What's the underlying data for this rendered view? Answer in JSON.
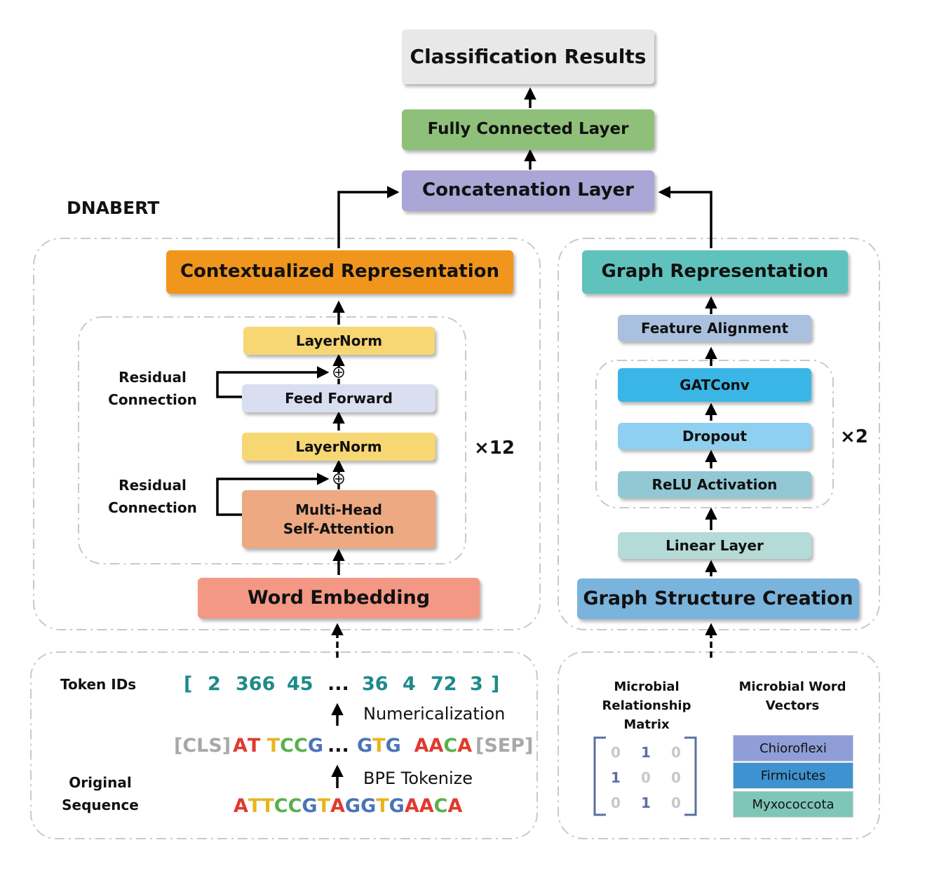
{
  "top": {
    "classification": "Classification Results",
    "fully_connected": "Fully Connected Layer",
    "concatenation": "Concatenation Layer"
  },
  "dnabert": {
    "title": "DNABERT",
    "contextualized": "Contextualized Representation",
    "layernorm_top": "LayerNorm",
    "feed_forward": "Feed Forward",
    "layernorm_mid": "LayerNorm",
    "mhsa_line1": "Multi-Head",
    "mhsa_line2": "Self-Attention",
    "residual_top_line1": "Residual",
    "residual_top_line2": "Connection",
    "residual_bot_line1": "Residual",
    "residual_bot_line2": "Connection",
    "repeat": "×12",
    "word_embedding": "Word Embedding",
    "plus_symbol": "⊕"
  },
  "graph": {
    "graph_representation": "Graph Representation",
    "feature_alignment": "Feature Alignment",
    "gatconv": "GATConv",
    "dropout": "Dropout",
    "relu": "ReLU Activation",
    "repeat": "×2",
    "linear": "Linear Layer",
    "structure": "Graph Structure Creation"
  },
  "tokens": {
    "token_ids_label": "Token IDs",
    "ids": [
      "[",
      "2",
      "366",
      "45",
      "...",
      "36",
      "4",
      "72",
      "3",
      "]"
    ],
    "numericalization": "Numericalization",
    "cls": "[CLS]",
    "sep": "[SEP]",
    "ellipsis": "...",
    "bpe": "BPE Tokenize",
    "original_line1": "Original",
    "original_line2": "Sequence",
    "token_groups": [
      [
        {
          "t": "A",
          "c": "#e03a2e"
        },
        {
          "t": "T",
          "c": "#e03a2e"
        },
        {
          "t": " ",
          "c": "#111"
        },
        {
          "t": "T",
          "c": "#e8b41f"
        },
        {
          "t": "C",
          "c": "#5ab04b"
        },
        {
          "t": "C",
          "c": "#5ab04b"
        },
        {
          "t": "G",
          "c": "#4a74b8"
        }
      ],
      [
        {
          "t": "G",
          "c": "#4a74b8"
        },
        {
          "t": "T",
          "c": "#e8b41f"
        },
        {
          "t": "G",
          "c": "#4a74b8"
        },
        {
          "t": " ",
          "c": "#111"
        },
        {
          "t": " ",
          "c": "#111"
        },
        {
          "t": "A",
          "c": "#e03a2e"
        },
        {
          "t": "A",
          "c": "#e03a2e"
        },
        {
          "t": "C",
          "c": "#5ab04b"
        },
        {
          "t": "A",
          "c": "#e03a2e"
        }
      ]
    ],
    "original_sequence": [
      {
        "t": "A",
        "c": "#e03a2e"
      },
      {
        "t": "T",
        "c": "#e8b41f"
      },
      {
        "t": "T",
        "c": "#e8b41f"
      },
      {
        "t": "C",
        "c": "#5ab04b"
      },
      {
        "t": "C",
        "c": "#5ab04b"
      },
      {
        "t": "G",
        "c": "#4a74b8"
      },
      {
        "t": "T",
        "c": "#e8b41f"
      },
      {
        "t": "A",
        "c": "#e03a2e"
      },
      {
        "t": "G",
        "c": "#4a74b8"
      },
      {
        "t": "G",
        "c": "#4a74b8"
      },
      {
        "t": "T",
        "c": "#e8b41f"
      },
      {
        "t": "G",
        "c": "#4a74b8"
      },
      {
        "t": "A",
        "c": "#e03a2e"
      },
      {
        "t": "A",
        "c": "#e03a2e"
      },
      {
        "t": "C",
        "c": "#5ab04b"
      },
      {
        "t": "A",
        "c": "#e03a2e"
      }
    ]
  },
  "microbial": {
    "matrix_label_line1": "Microbial Relationship",
    "matrix_label_line2": "Matrix",
    "vectors_label_line1": "Microbial Word",
    "vectors_label_line2": "Vectors",
    "matrix": [
      [
        "0",
        "1",
        "0"
      ],
      [
        "1",
        "0",
        "0"
      ],
      [
        "0",
        "1",
        "0"
      ]
    ],
    "vectors": [
      "Chioroflexi",
      "Firmicutes",
      "Myxococcota"
    ]
  },
  "colors": {
    "classification": "#e8e8e8",
    "fully_connected": "#8fc07a",
    "concatenation": "#aaa6d6",
    "contextualized": "#f0961c",
    "layernorm": "#f7d674",
    "feed_forward": "#d9dff0",
    "mhsa": "#eca982",
    "word_embedding": "#f29885",
    "graph_representation": "#5fc2bd",
    "feature_alignment": "#a9c1de",
    "gatconv": "#3ab6e6",
    "dropout": "#8fcff0",
    "relu": "#92c8d4",
    "linear": "#b5dbd8",
    "structure": "#7ab4dd",
    "token_ids": "#1f8a8a",
    "special_tokens": "#a8a8a8",
    "vector_1": "#8f9ed6",
    "vector_2": "#3f92d0",
    "vector_3": "#7fc6b8"
  }
}
